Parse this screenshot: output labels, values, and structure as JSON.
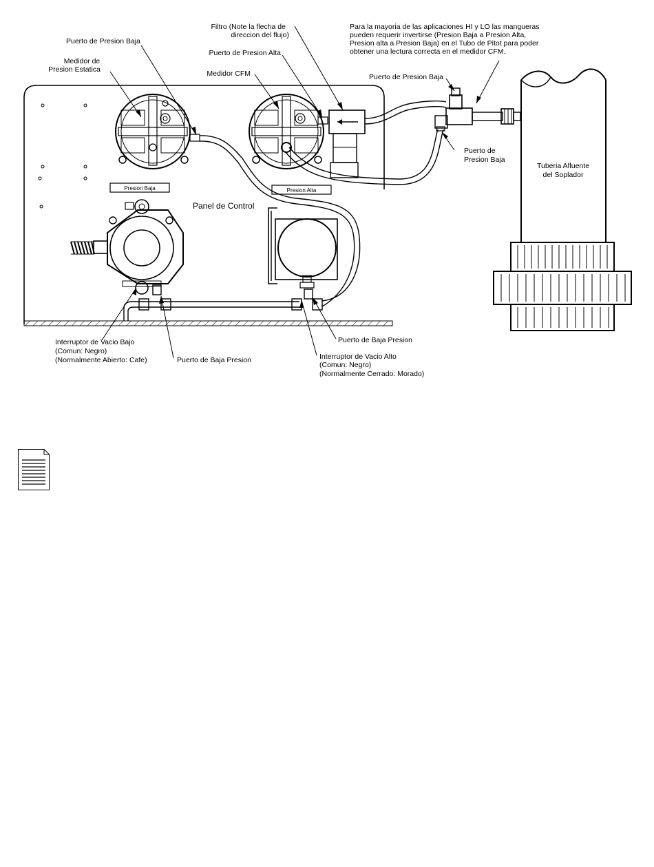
{
  "labels": {
    "puerto_presion_baja_top": "Puerto de Presion Baja",
    "medidor_estatica_1": "Medidor de",
    "medidor_estatica_2": "Presion Estatica",
    "filtro_1": "Filtro (Note la flecha de",
    "filtro_2": "direccion del flujo)",
    "puerto_presion_alta": "Puerto de Presion Alta",
    "medidor_cfm": "Medidor CFM",
    "nota_1": "Para la mayoria de las aplicaciones HI y LO las mangueras",
    "nota_2": "pueden requerir invertirse (Presion Baja a Presion Alta,",
    "nota_3": "Presion alta a Presion Baja) en el Tubo de Pitot para poder",
    "nota_4": "obtener una lectura correcta en el medidor CFM.",
    "puerto_presion_baja_pitot_top": "Puerto de Presion Baja",
    "puerto_de_1": "Puerto de",
    "puerto_de_2": "Presion Baja",
    "tuberia_1": "Tuberia Afluente",
    "tuberia_2": "del Soplador",
    "plate_presion_baja": "Presion Baja",
    "plate_presion_alta": "Presion Alta",
    "panel_de_control": "Panel de Control",
    "puerto_baja_presion_right": "Puerto de Baja Presion",
    "interruptor_bajo_1": "Interruptor de Vacio Bajo",
    "interruptor_bajo_2": "(Comun: Negro)",
    "interruptor_bajo_3": "(Normalmente Abierto: Cafe)",
    "puerto_baja_presion_left": "Puerto de Baja Presion",
    "interruptor_alto_1": "Interruptor de Vacio Alto",
    "interruptor_alto_2": "(Comun: Negro)",
    "interruptor_alto_3": "(Normalmente Cerrado: Morado)"
  },
  "icons": {
    "document": "document-icon"
  }
}
